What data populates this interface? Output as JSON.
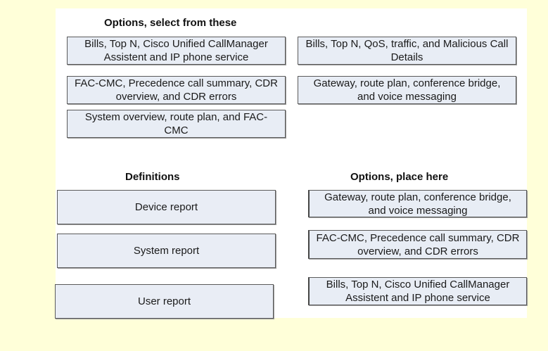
{
  "headings": {
    "options_select": "Options, select from these",
    "definitions": "Definitions",
    "options_place": "Options, place here"
  },
  "source_options": [
    "Bills, Top N, Cisco Unified CallManager Assistent and IP phone service",
    "Bills, Top N, QoS, traffic, and Malicious Call Details",
    "FAC-CMC, Precedence call summary, CDR overview, and CDR errors",
    "Gateway, route plan, conference bridge, and voice messaging",
    "System overview, route plan, and FAC-CMC"
  ],
  "definitions": [
    "Device report",
    "System report",
    "User report"
  ],
  "placed_options": [
    "Gateway, route plan, conference bridge, and voice messaging",
    "FAC-CMC, Precedence call summary, CDR overview, and CDR errors",
    "Bills, Top N, Cisco Unified CallManager Assistent and IP phone service"
  ]
}
